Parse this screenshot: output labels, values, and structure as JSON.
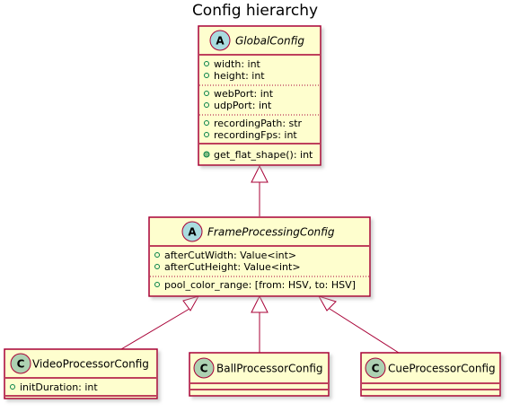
{
  "title": "Config hierarchy",
  "colors": {
    "class_fill": "#FEFECE",
    "border": "#A80036",
    "abstract_badge": "#A9DCDF",
    "class_badge": "#ADD1B2",
    "method_dot": "#84BE84",
    "field_circle": "#038048"
  },
  "classes": {
    "global": {
      "stereotype": "A",
      "name": "GlobalConfig",
      "fields": [
        "width: int",
        "height: int",
        "webPort: int",
        "udpPort: int",
        "recordingPath: str",
        "recordingFps: int"
      ],
      "methods": [
        "get_flat_shape(): int"
      ]
    },
    "frame": {
      "stereotype": "A",
      "name": "FrameProcessingConfig",
      "fields": [
        "afterCutWidth: Value<int>",
        "afterCutHeight: Value<int>",
        "pool_color_range: [from: HSV, to: HSV]"
      ]
    },
    "video": {
      "stereotype": "C",
      "name": "VideoProcessorConfig",
      "fields": [
        "initDuration: int"
      ]
    },
    "ball": {
      "stereotype": "C",
      "name": "BallProcessorConfig"
    },
    "cue": {
      "stereotype": "C",
      "name": "CueProcessorConfig"
    }
  }
}
